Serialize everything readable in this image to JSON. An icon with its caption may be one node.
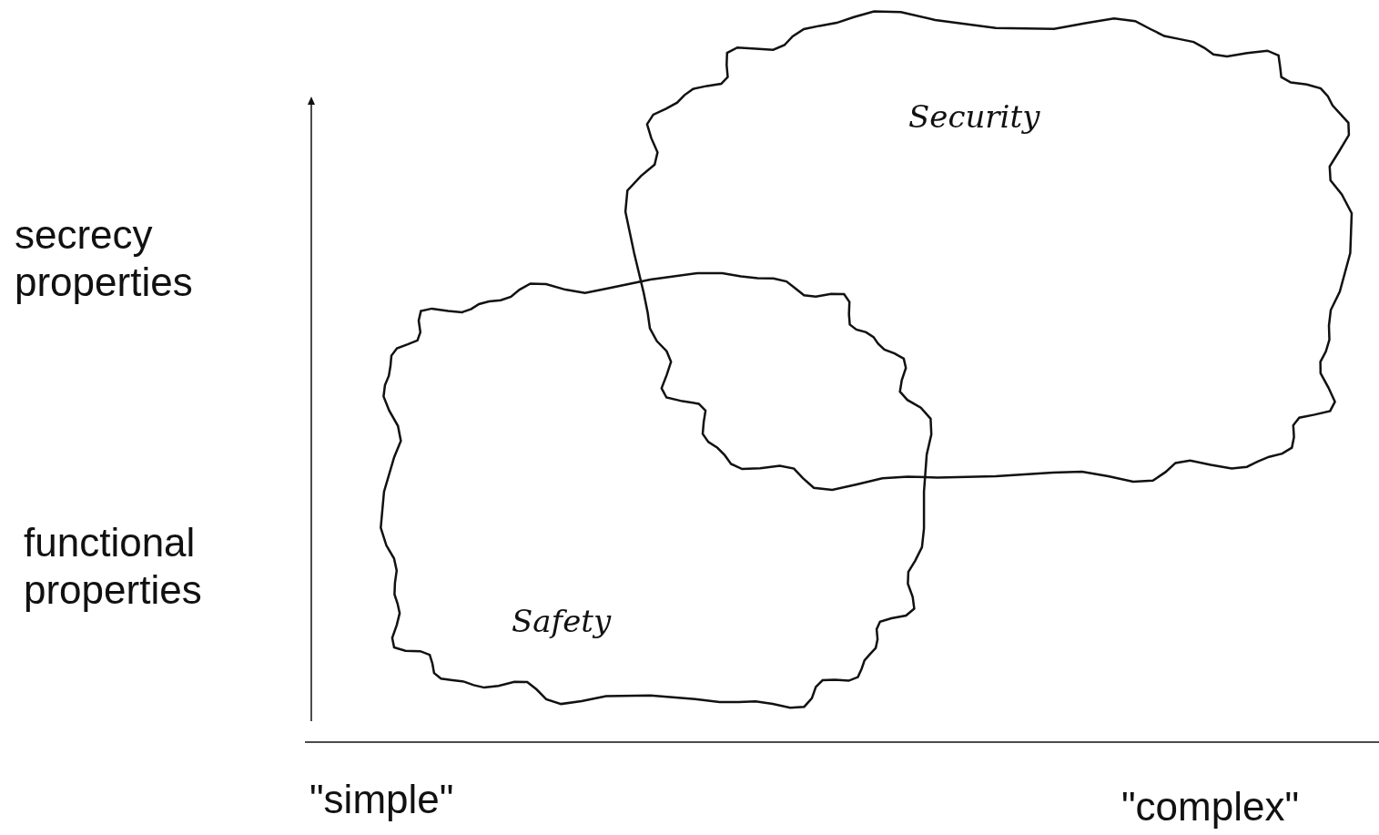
{
  "diagram": {
    "nodes": [
      {
        "text": [
          "Security"
        ]
      },
      {
        "text": [
          "Safety"
        ]
      }
    ],
    "labels": [
      "secrecy properties",
      "functional properties",
      "\"simple\"",
      "\"complex\""
    ]
  }
}
